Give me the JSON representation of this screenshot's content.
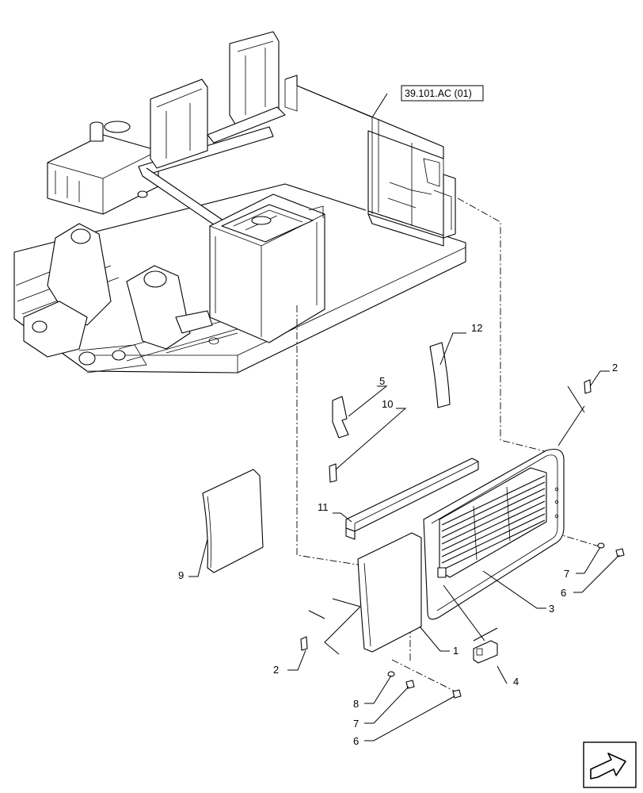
{
  "reference_box": {
    "text": "39.101.AC (01)"
  },
  "callouts": [
    {
      "id": "c1",
      "text": "1"
    },
    {
      "id": "c2a",
      "text": "2"
    },
    {
      "id": "c2b",
      "text": "2"
    },
    {
      "id": "c3",
      "text": "3"
    },
    {
      "id": "c4",
      "text": "4"
    },
    {
      "id": "c5",
      "text": "5"
    },
    {
      "id": "c6a",
      "text": "6"
    },
    {
      "id": "c6b",
      "text": "6"
    },
    {
      "id": "c7a",
      "text": "7"
    },
    {
      "id": "c7b",
      "text": "7"
    },
    {
      "id": "c8",
      "text": "8"
    },
    {
      "id": "c9",
      "text": "9"
    },
    {
      "id": "c10",
      "text": "10"
    },
    {
      "id": "c11",
      "text": "11"
    },
    {
      "id": "c12",
      "text": "12"
    }
  ],
  "nav": {
    "icon": "next-page-arrow-icon"
  }
}
